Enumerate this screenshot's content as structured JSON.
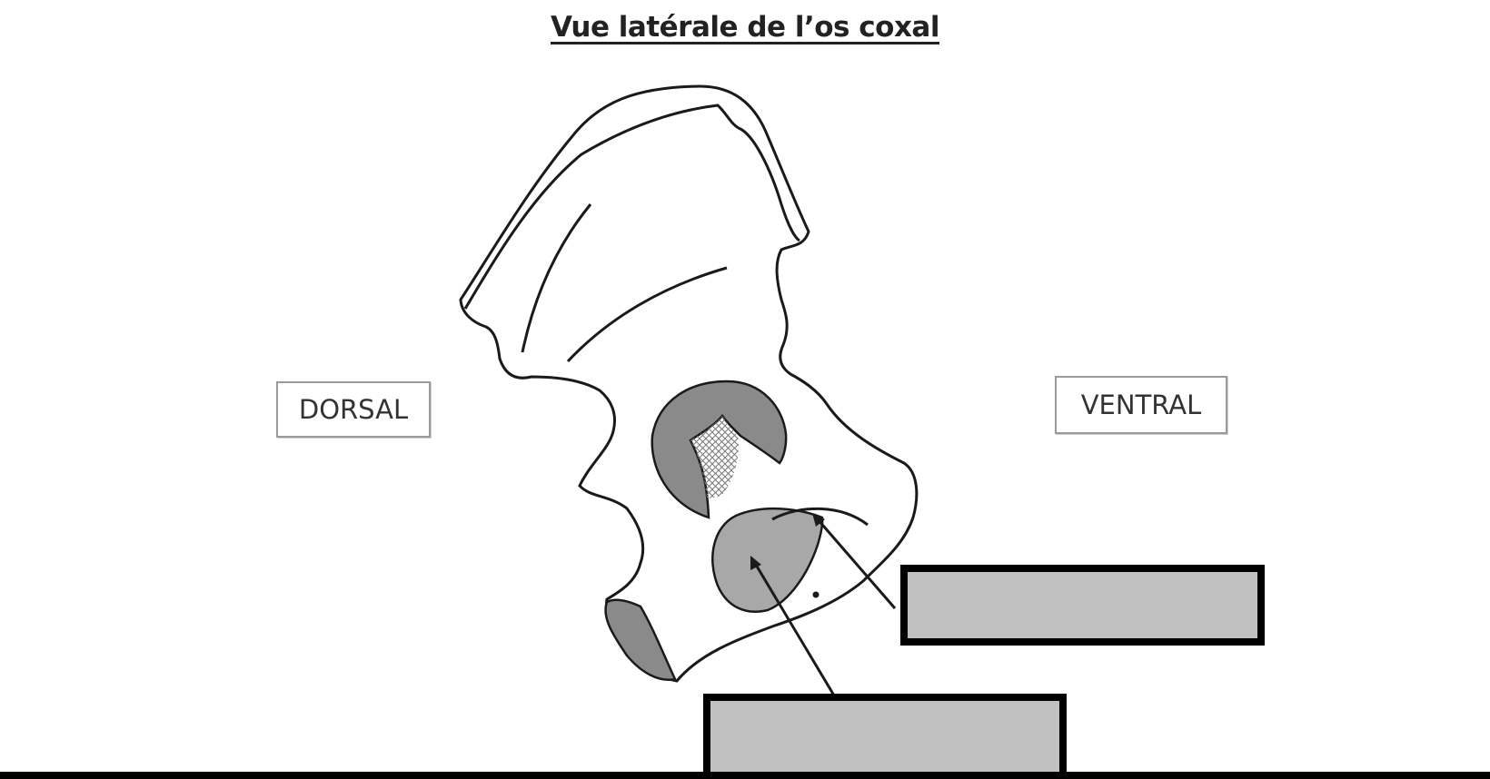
{
  "title": "Vue latérale de l’os coxal",
  "orientation": {
    "dorsal": "DORSAL",
    "ventral": "VENTRAL"
  },
  "answer_boxes": [
    {
      "value": ""
    },
    {
      "value": ""
    }
  ],
  "colors": {
    "outline": "#1a1a1a",
    "shaded_region": "#8a8a8a",
    "light_shaded_region": "#a8a8a8",
    "answer_box_fill": "#c0c0c0",
    "answer_box_border": "#000000"
  }
}
